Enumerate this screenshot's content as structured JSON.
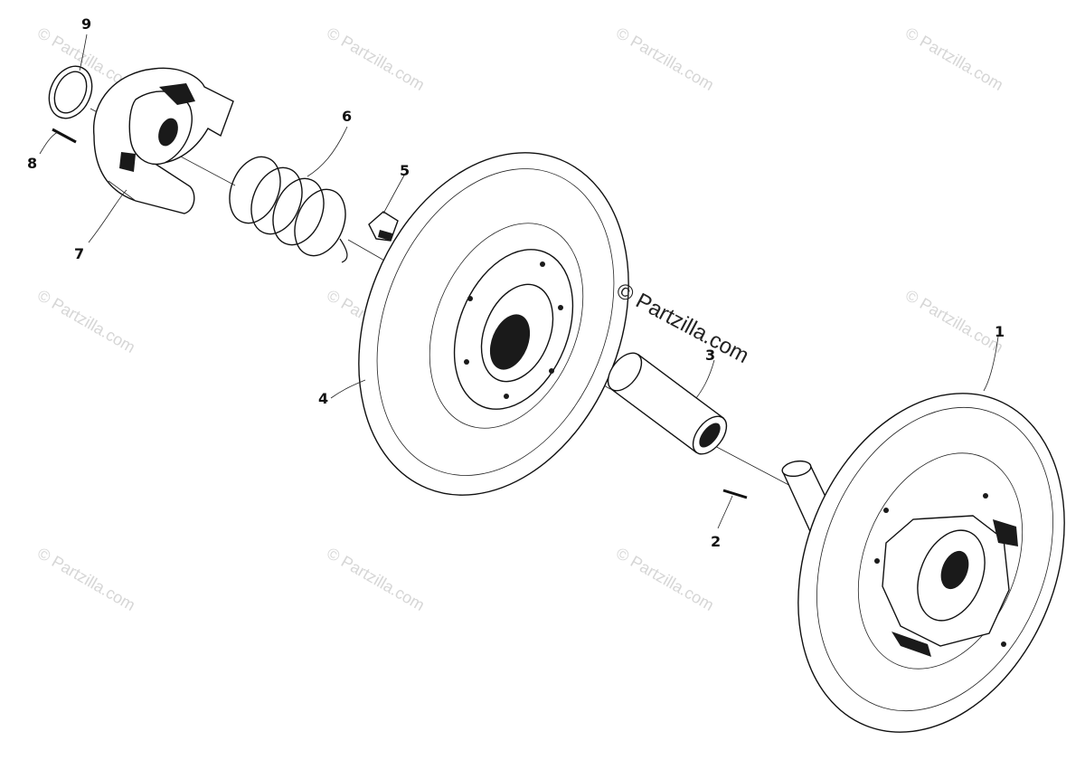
{
  "watermark": {
    "text": "© Partzilla.com"
  },
  "callouts": {
    "p1": "1",
    "p2": "2",
    "p3": "3",
    "p4": "4",
    "p5": "5",
    "p6": "6",
    "p7": "7",
    "p8": "8",
    "p9": "9"
  },
  "colors": {
    "ink": "#111111",
    "watermark": "#d6d6d6"
  }
}
